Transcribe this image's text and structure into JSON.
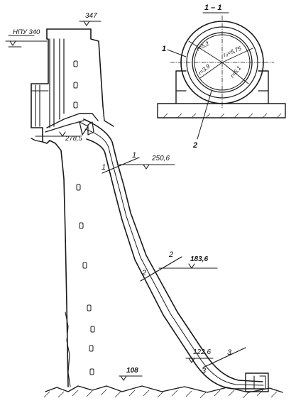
{
  "elevations": {
    "crest": "347",
    "npu": "НПУ 340",
    "intake": "278,5",
    "section1": "250,6",
    "section2": "183,6",
    "section3": "122,6",
    "base": "108"
  },
  "section_marks": {
    "s1": "1",
    "s2": "2",
    "s3": "3"
  },
  "detail": {
    "title": "1 – 1",
    "callout_1": "1",
    "callout_2": "2",
    "radii": [
      "r=5,2",
      "r₀=5,75",
      "r=3,9",
      "r=5,1"
    ]
  }
}
